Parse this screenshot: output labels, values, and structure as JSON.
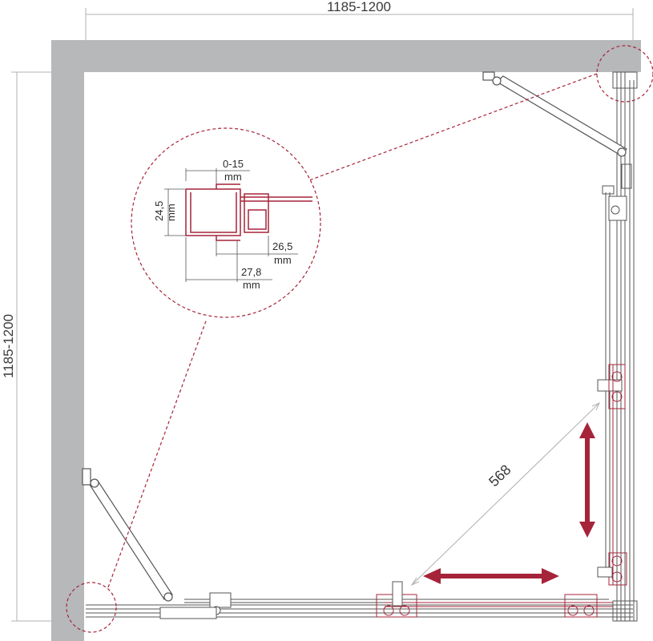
{
  "dimensions": {
    "width_label": "1185-1200",
    "height_label": "1185-1200",
    "diagonal_label": "568"
  },
  "detail": {
    "gap_value": "0-15",
    "gap_unit": "mm",
    "height_value": "24,5",
    "height_unit": "mm",
    "inner_value": "26,5",
    "inner_unit": "mm",
    "outer_value": "27,8",
    "outer_unit": "mm"
  },
  "colors": {
    "wall": "#b7b8ba",
    "accent": "#a6243a",
    "line": "#555555",
    "dim_line": "#b0b0b0"
  }
}
